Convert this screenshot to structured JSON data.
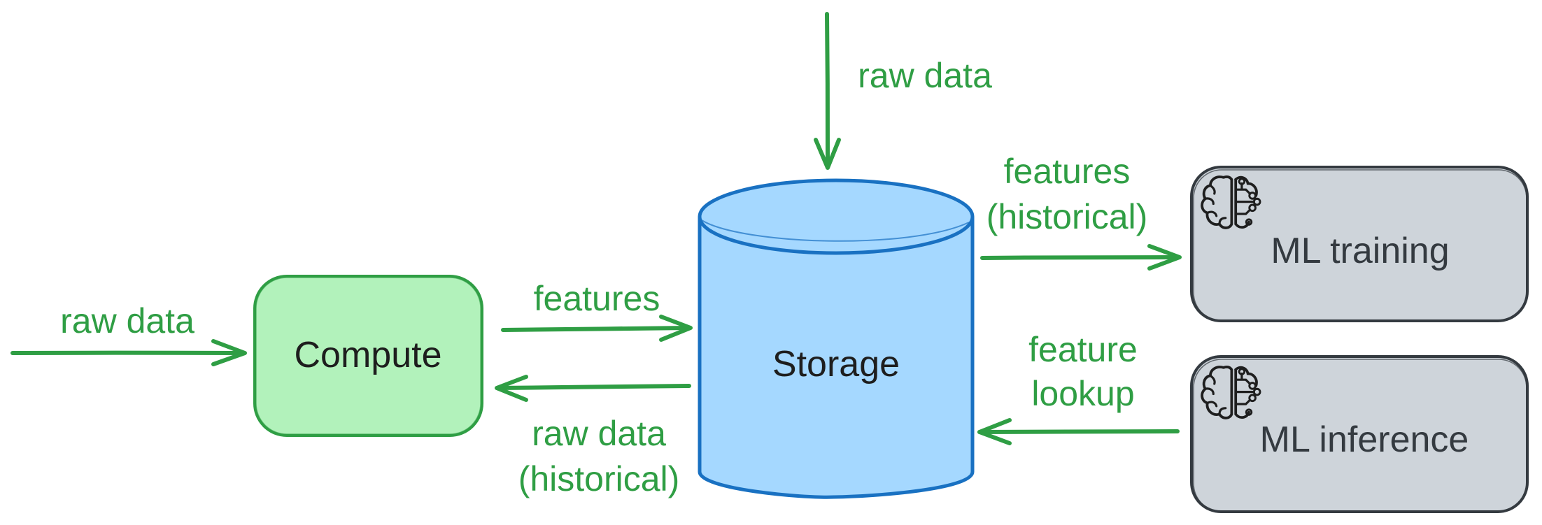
{
  "nodes": {
    "compute": {
      "label": "Compute"
    },
    "storage": {
      "label": "Storage"
    },
    "ml_training": {
      "label": "ML training",
      "icon": "brain-circuit-icon"
    },
    "ml_inference": {
      "label": "ML inference",
      "icon": "brain-circuit-icon"
    }
  },
  "edges": {
    "raw_in": {
      "label": "raw data"
    },
    "raw_top": {
      "label": "raw data"
    },
    "features": {
      "label": "features"
    },
    "raw_historical": {
      "line1": "raw data",
      "line2": "(historical)"
    },
    "features_historical": {
      "line1": "features",
      "line2": "(historical)"
    },
    "feature_lookup": {
      "line1": "feature",
      "line2": "lookup"
    }
  },
  "colors": {
    "arrow": "#2f9e44",
    "compute_fill": "#b2f2bb",
    "compute_stroke": "#2f9e44",
    "storage_fill": "#a5d8ff",
    "storage_stroke": "#1971c2",
    "ml_fill": "#ced4da",
    "ml_stroke": "#343a40",
    "node_text": "#1e1e1e",
    "ml_text": "#343a40"
  }
}
